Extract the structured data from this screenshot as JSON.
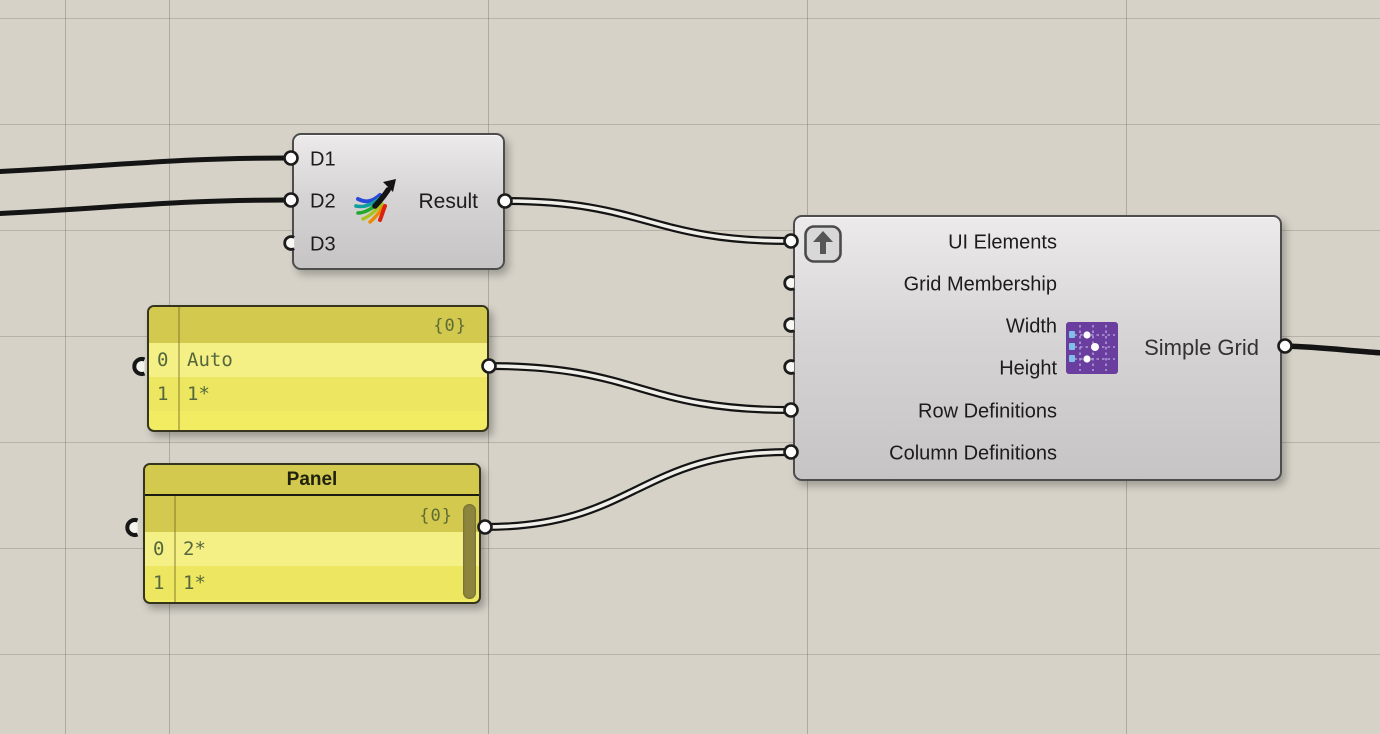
{
  "canvas": {
    "background": "#d6d2c8",
    "grid_line": "#aaa699"
  },
  "merge": {
    "inputs": [
      "D1",
      "D2",
      "D3"
    ],
    "output_label": "Result",
    "icon": "merge-icon"
  },
  "panel_rows": {
    "branch_label": "{0}",
    "rows": [
      {
        "index": "0",
        "value": "Auto"
      },
      {
        "index": "1",
        "value": "1*"
      }
    ]
  },
  "panel_cols": {
    "title": "Panel",
    "branch_label": "{0}",
    "rows": [
      {
        "index": "0",
        "value": "2*"
      },
      {
        "index": "1",
        "value": "1*"
      }
    ]
  },
  "simple_grid": {
    "inputs": [
      "UI Elements",
      "Grid Membership",
      "Width",
      "Height",
      "Row Definitions",
      "Column Definitions"
    ],
    "output_label": "Simple Grid",
    "icon": "simple-grid-icon",
    "principal_icon": "principal-up-arrow-icon"
  },
  "colors": {
    "panel_body": "#f2ec63",
    "panel_header": "#d2c94e",
    "panel_text": "#55673c",
    "component_text": "#1c1c1c",
    "grid_icon_purple": "#6a3e9e",
    "wire": "#141414"
  }
}
